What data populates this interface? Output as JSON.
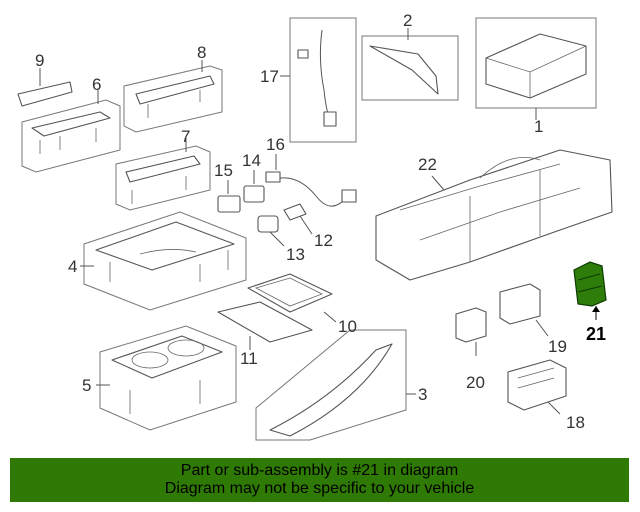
{
  "callouts": {
    "c1": "1",
    "c2": "2",
    "c3": "3",
    "c4": "4",
    "c5": "5",
    "c6": "6",
    "c7": "7",
    "c8": "8",
    "c9": "9",
    "c10": "10",
    "c11": "11",
    "c12": "12",
    "c13": "13",
    "c14": "14",
    "c15": "15",
    "c16": "16",
    "c17": "17",
    "c18": "18",
    "c19": "19",
    "c20": "20",
    "c21": "21",
    "c22": "22"
  },
  "highlight": {
    "part": "21",
    "color": "#2e7d0a"
  },
  "banner": {
    "line1": "Part or sub-assembly is #21 in diagram",
    "line2": "Diagram may not be specific to your vehicle",
    "color": "#2f7a05"
  }
}
